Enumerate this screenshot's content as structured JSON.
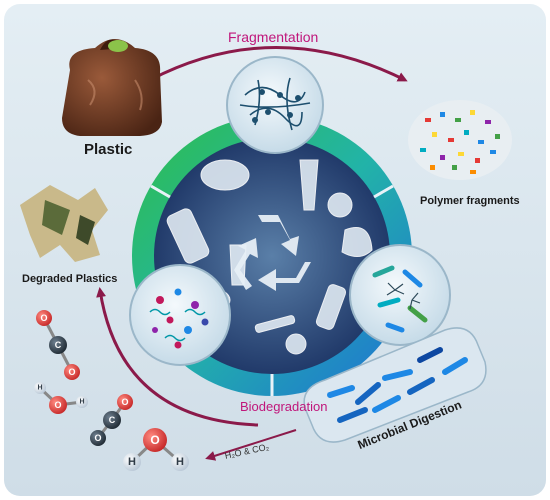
{
  "labels": {
    "fragmentation": "Fragmentation",
    "plastic": "Plastic",
    "polymer_fragments": "Polymer fragments",
    "degraded_plastics": "Degraded Plastics",
    "biodegradation": "Biodegradation",
    "microbial_digestion": "Microbial Digestion",
    "products": "H₂O & CO₂"
  },
  "molecules": {
    "oxygen": "O",
    "carbon": "C",
    "hydrogen": "H"
  },
  "colors": {
    "accent_arrow": "#8b1a4a",
    "accent_text": "#c0167b",
    "ring_green": "#2fbf4a",
    "ring_blue": "#1f6fd6",
    "ring_teal": "#22b3a8",
    "oxygen_red": "#d93025",
    "carbon_dark": "#2f3b46",
    "hydrogen_light": "#dfe8f2"
  }
}
